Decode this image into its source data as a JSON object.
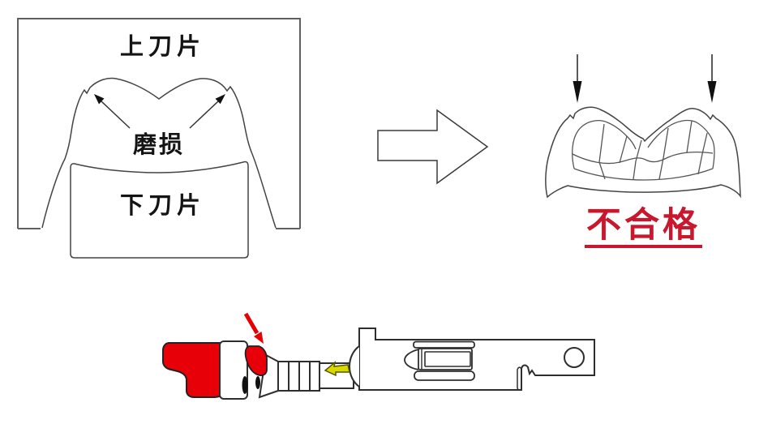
{
  "left_panel": {
    "upper_blade_label": "上刀片",
    "wear_label": "磨损",
    "lower_blade_label": "下刀片"
  },
  "right_panel": {
    "verdict_label": "不合格"
  },
  "colors": {
    "verdict_red": "#c9172e",
    "highlight_red": "#e80008",
    "pointer_red": "#e60005",
    "marker_yellow": "#d9d900",
    "line_dark": "#2e2e2e",
    "line_gray": "#4a4a4a",
    "frame_gray": "#5f5f5f",
    "background": "#ffffff"
  }
}
